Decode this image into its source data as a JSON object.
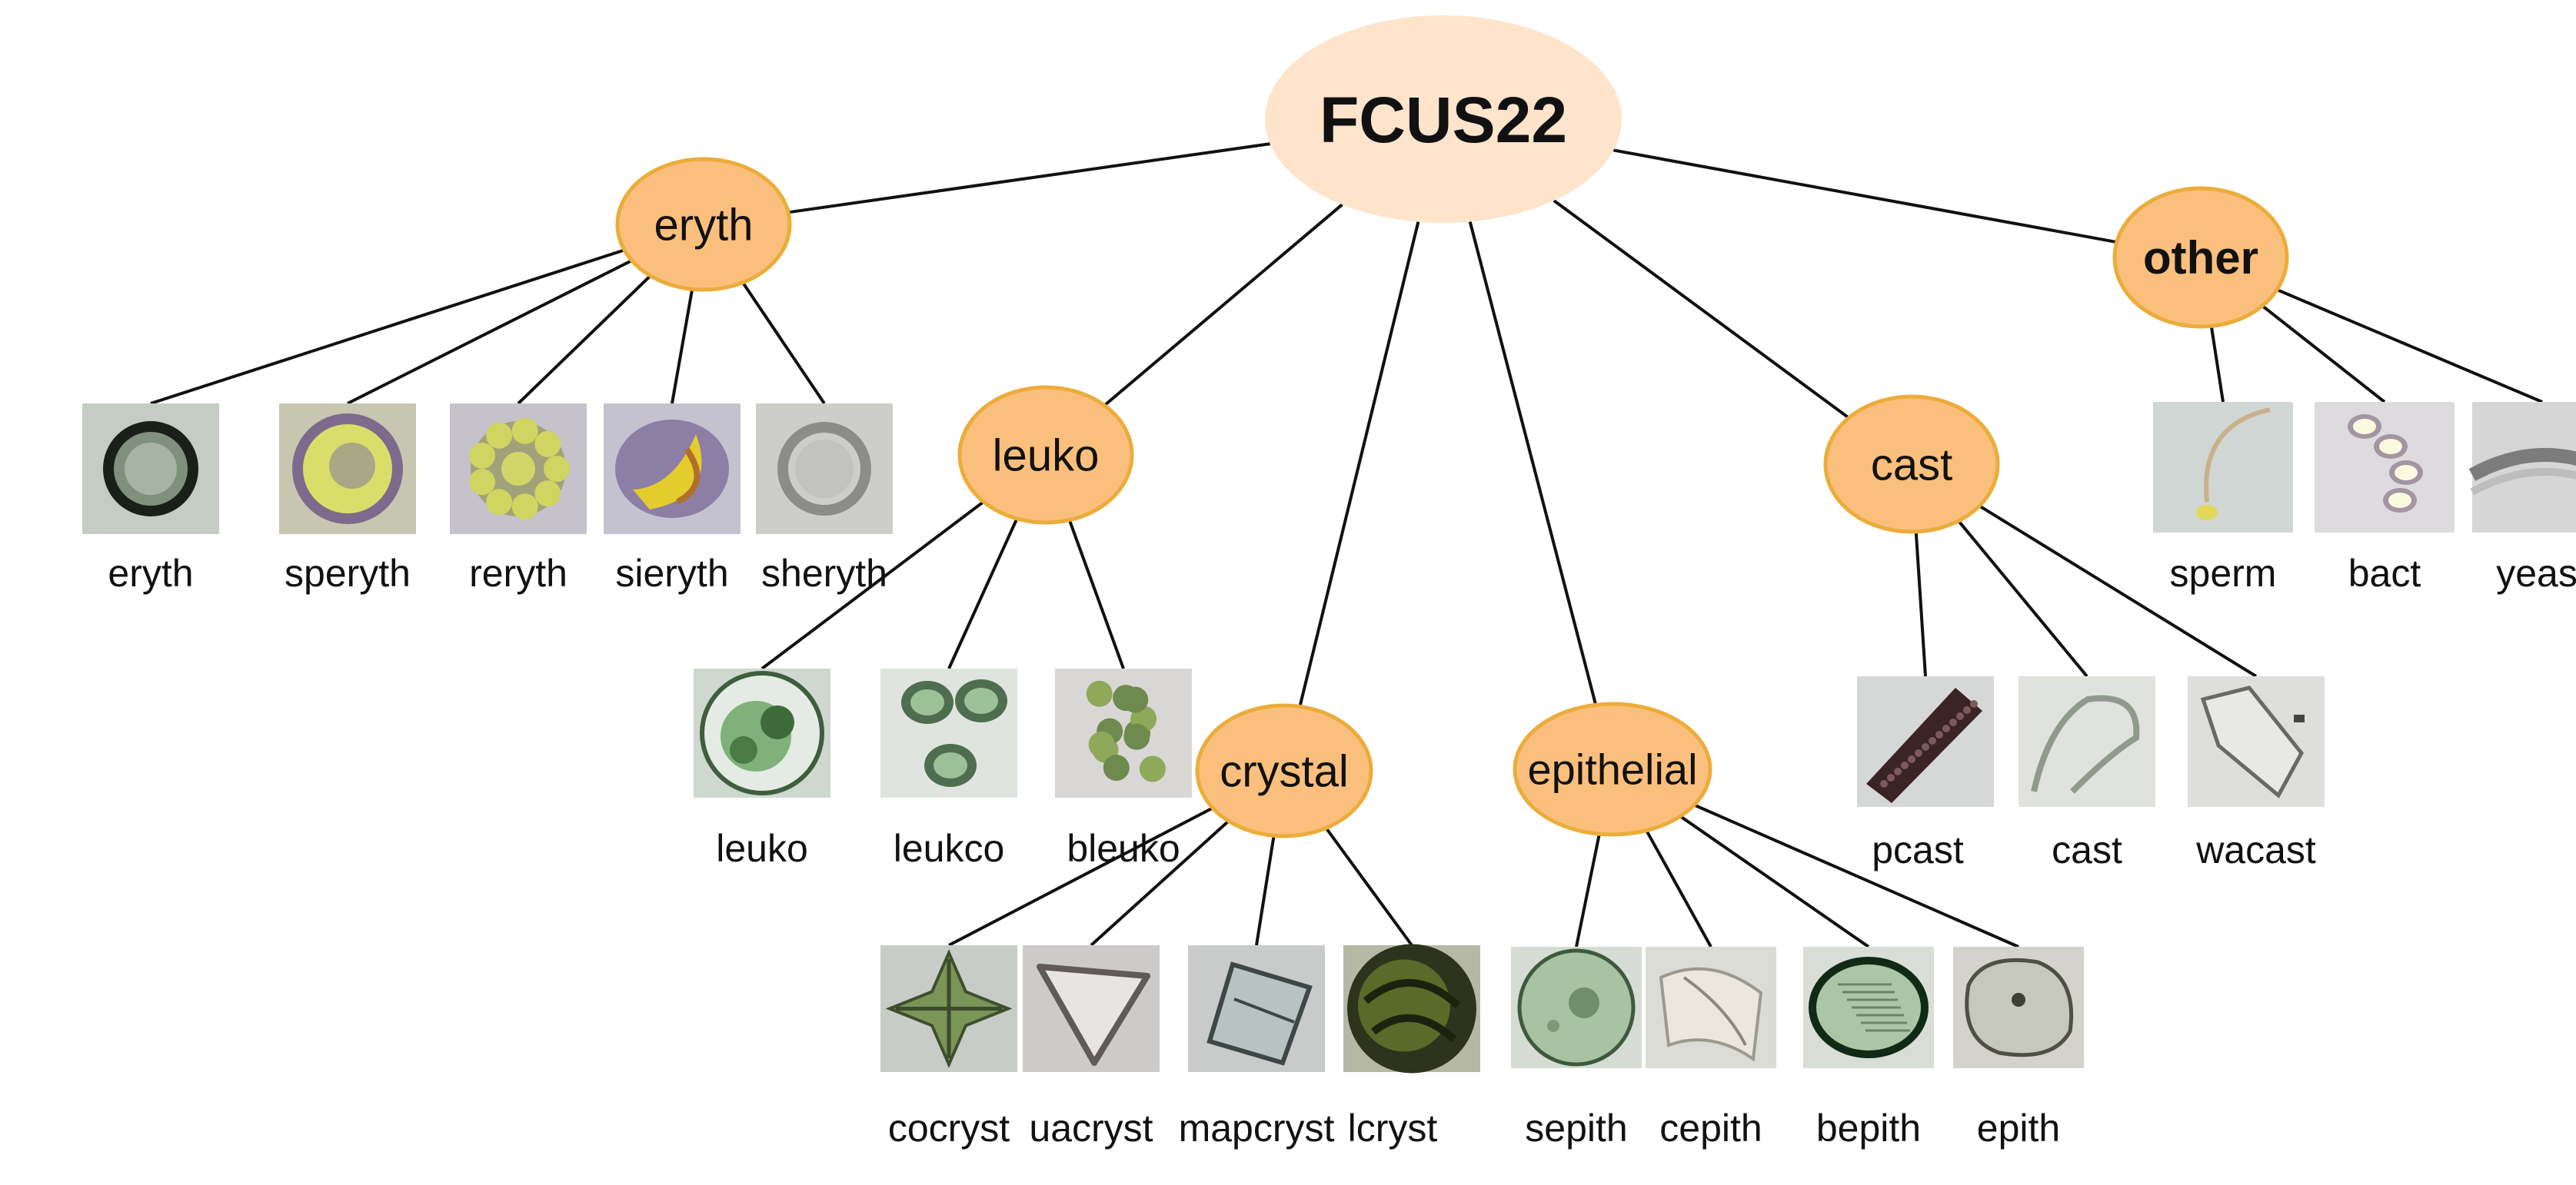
{
  "colors": {
    "root_fill": "#fde4cb",
    "node_fill": "#fbbf7d",
    "node_stroke": "#ecac3a",
    "line": "#111111",
    "text": "#111111"
  },
  "root": {
    "label": "FCUS22"
  },
  "groups": [
    {
      "id": "eryth",
      "label": "eryth",
      "children": [
        {
          "label": "eryth",
          "look": "dark-ring"
        },
        {
          "label": "speryth",
          "look": "yellow-disc"
        },
        {
          "label": "reryth",
          "look": "crenated"
        },
        {
          "label": "sieryth",
          "look": "sickle"
        },
        {
          "label": "sheryth",
          "look": "ghost"
        }
      ]
    },
    {
      "id": "leuko",
      "label": "leuko",
      "children": [
        {
          "label": "leuko",
          "look": "green-cell"
        },
        {
          "label": "leukco",
          "look": "cluster"
        },
        {
          "label": "bleuko",
          "look": "blob"
        }
      ]
    },
    {
      "id": "crystal",
      "label": "crystal",
      "children": [
        {
          "label": "cocryst",
          "look": "envelope"
        },
        {
          "label": "uacryst",
          "look": "triangle"
        },
        {
          "label": "mapcryst",
          "look": "prism"
        },
        {
          "label": "lcryst",
          "look": "dark-sphere"
        }
      ]
    },
    {
      "id": "epithelial",
      "label": "epithelial",
      "children": [
        {
          "label": "sepith",
          "look": "round-cell"
        },
        {
          "label": "cepith",
          "look": "folded"
        },
        {
          "label": "bepith",
          "look": "oval-cell"
        },
        {
          "label": "epith",
          "look": "flat-cell"
        }
      ]
    },
    {
      "id": "cast",
      "label": "cast",
      "children": [
        {
          "label": "pcast",
          "look": "granular"
        },
        {
          "label": "cast",
          "look": "hyaline"
        },
        {
          "label": "wacast",
          "look": "waxy"
        }
      ]
    },
    {
      "id": "other",
      "label": "other",
      "children": [
        {
          "label": "sperm",
          "look": "sperm"
        },
        {
          "label": "bact",
          "look": "beads"
        },
        {
          "label": "yeast",
          "look": "streak"
        }
      ]
    }
  ]
}
